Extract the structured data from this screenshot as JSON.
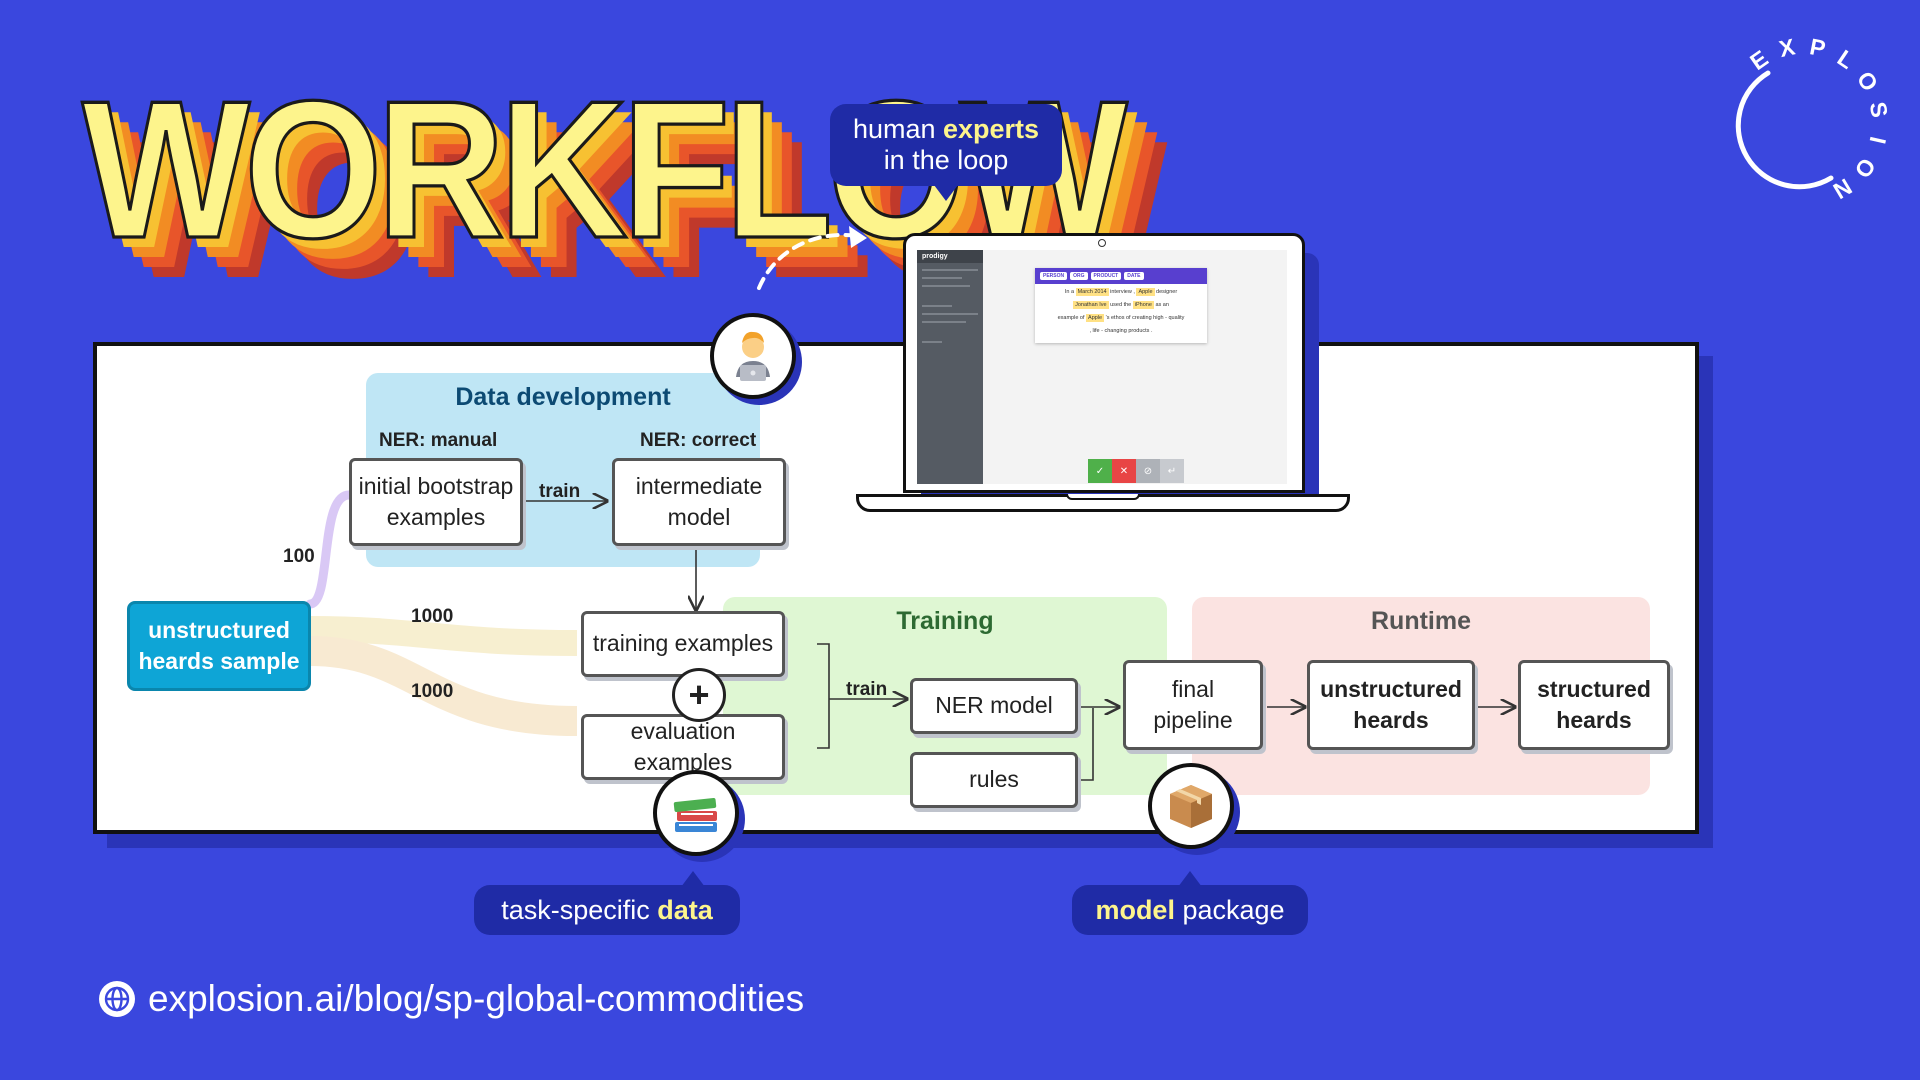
{
  "title": "WORKFLOW",
  "brand": {
    "letters": [
      "E",
      "X",
      "P",
      "L",
      "O",
      "S",
      "I",
      "O",
      "N"
    ]
  },
  "callouts": {
    "human_pre": "human ",
    "human_hl": "experts",
    "human_line2": "in the loop",
    "data_pre": "task-specific ",
    "data_hl": "data",
    "model_hl": "model",
    "model_post": " package"
  },
  "zones": {
    "data_dev": "Data development",
    "training": "Training",
    "runtime": "Runtime"
  },
  "labels": {
    "ner_manual": "NER: manual",
    "ner_correct": "NER: correct",
    "train1": "train",
    "train2": "train",
    "n100": "100",
    "n1000a": "1000",
    "n1000b": "1000"
  },
  "nodes": {
    "source_l1": "unstructured",
    "source_l2": "heards sample",
    "bootstrap_l1": "initial bootstrap",
    "bootstrap_l2": "examples",
    "intermediate_l1": "intermediate",
    "intermediate_l2": "model",
    "training_examples": "training examples",
    "evaluation_examples": "evaluation examples",
    "plus": "+",
    "ner_model": "NER model",
    "rules": "rules",
    "final_l1": "final",
    "final_l2": "pipeline",
    "unstructured_l1": "unstructured",
    "unstructured_l2": "heards",
    "structured_l1": "structured",
    "structured_l2": "heards"
  },
  "laptop": {
    "app": "prodigy",
    "labels": [
      "PERSON",
      "ORG",
      "PRODUCT",
      "DATE"
    ],
    "ents": {
      "date": "March 2014",
      "org1": "Apple",
      "person": "Jonathan Ive",
      "product": "iPhone",
      "org2": "Apple"
    },
    "text": {
      "in_a": "In a",
      "interview": "interview ,",
      "designer": "designer",
      "used_the": "used the",
      "as_an": "as an",
      "example_of": "example of",
      "ethos": "'s ethos of creating high - quality",
      "life": ", life - changing products ."
    },
    "buttons": [
      "✓",
      "✕",
      "⊘",
      "↵"
    ]
  },
  "icons": {
    "expert": "person-laptop-icon",
    "data": "books-icon",
    "package": "package-icon",
    "globe": "globe-icon"
  },
  "footer": {
    "url": "explosion.ai/blog/sp-global-commodities"
  },
  "colors": {
    "background": "#3a47de",
    "title_fill": "#fdf48c",
    "highlight": "#fdf48c",
    "source_node": "#0ea5d6",
    "data_dev_zone": "#bfe6f5",
    "training_zone": "#dff7d3",
    "runtime_zone": "#fbe3e1"
  }
}
